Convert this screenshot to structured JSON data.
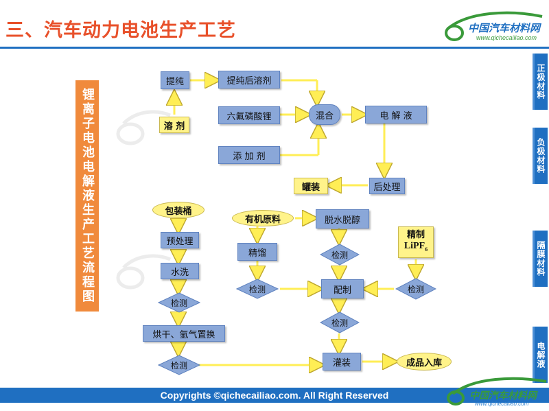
{
  "header": {
    "title": "三、汽车动力电池生产工艺"
  },
  "logo": {
    "name": "中国汽车材料网",
    "url": "www.qichecailiao.com"
  },
  "side_tabs": [
    "正极材料",
    "负极材料",
    "隔膜材料",
    "电解液"
  ],
  "vertical_title": "锂离子电池电解液生产工艺流程图",
  "flow_top": {
    "tichun": "提纯",
    "tichun_rongji": "提纯后溶剂",
    "rongji": "溶  剂",
    "liufu": "六氟磷酸锂",
    "tianjia": "添  加  剂",
    "hunhe": "混合",
    "dianjieye": "电 解 液",
    "houchuli": "后处理",
    "guanzhuang_top": "罐装"
  },
  "flow_bottom": {
    "baozhuangtong": "包装桶",
    "yuchuli": "预处理",
    "shuixi": "水洗",
    "jiance": "检测",
    "honggan": "烘干、氩气置换",
    "youji": "有机原料",
    "jingliu": "精馏",
    "tuoshui": "脱水脱醇",
    "peizhi": "配制",
    "guanzhuang": "灌装",
    "chengpin": "成品入库",
    "jingzhi": "精制",
    "lipf6": "LiPF",
    "lipf6_sub": "6"
  },
  "footer": {
    "text": "Copyrights ©qichecailiao.com. All Right Reserved"
  },
  "colors": {
    "accent": "#1f6fc1",
    "title": "#e8502a",
    "box": "#8aa7d8",
    "yellow": "#fff38a",
    "orange": "#f08a3c"
  }
}
